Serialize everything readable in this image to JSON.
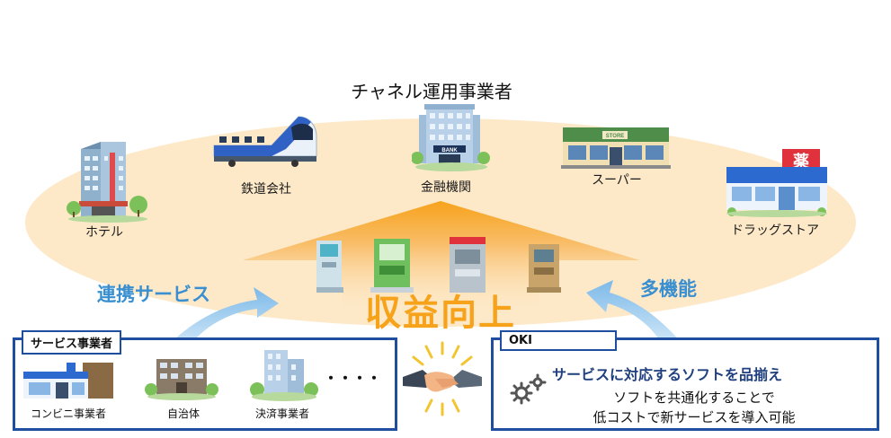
{
  "title": "チャネル運用事業者",
  "channels": [
    {
      "label": "ホテル"
    },
    {
      "label": "鉄道会社"
    },
    {
      "label": "金融機関"
    },
    {
      "label": "スーパー"
    },
    {
      "label": "ドラッグストア"
    }
  ],
  "bank_sign": "BANK",
  "store_sign": "STORE",
  "drug_sign": "薬",
  "left_caption": "連携サービス",
  "right_caption": "多機能",
  "center_caption": "収益向上",
  "service_box": {
    "tag": "サービス事業者",
    "items": [
      {
        "label": "コンビニ事業者"
      },
      {
        "label": "自治体"
      },
      {
        "label": "決済事業者"
      }
    ],
    "ellipsis": "・・・・"
  },
  "oki_box": {
    "tag": "OKI",
    "title": "サービスに対応するソフトを品揃え",
    "lines": [
      "ソフトを共通化することで",
      "低コストで新サービスを導入可能"
    ]
  },
  "colors": {
    "ellipse": "#fde9c8",
    "arrow_orange": "#f7a21b",
    "blue_text": "#3a8fd0",
    "box_border": "#1f4e9e",
    "arrow_blue": "#8cc4ec"
  },
  "icons": [
    "hotel-icon",
    "train-icon",
    "bank-building-icon",
    "supermarket-icon",
    "drugstore-icon",
    "atm-icon",
    "handshake-icon",
    "gear-icon",
    "convenience-store-icon",
    "city-hall-icon",
    "office-building-icon"
  ]
}
